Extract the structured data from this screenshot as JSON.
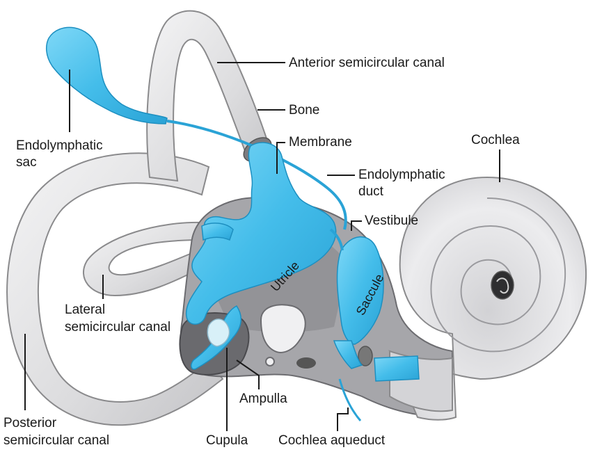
{
  "labels": {
    "anterior_canal": "Anterior semicircular canal",
    "bone": "Bone",
    "membrane": "Membrane",
    "endolymphatic_sac_line1": "Endolymphatic",
    "endolymphatic_sac_line2": "sac",
    "cochlea": "Cochlea",
    "endolymphatic_duct_line1": "Endolymphatic",
    "endolymphatic_duct_line2": "duct",
    "vestibule": "Vestibule",
    "utricle": "Utricle",
    "saccule": "Saccule",
    "lateral_canal_line1": "Lateral",
    "lateral_canal_line2": "semicircular canal",
    "ampulla": "Ampulla",
    "posterior_canal_line1": "Posterior",
    "posterior_canal_line2": "semicircular canal",
    "cupula": "Cupula",
    "cochlea_aqueduct": "Cochlea aqueduct"
  },
  "colors": {
    "bone": "#e3e3e5",
    "bone_edge": "#8a8a8c",
    "vestibule_cavity": "#9c9ca0",
    "membrane": "#4fc3ee",
    "membrane_edge": "#1d8fc0",
    "leader_line": "#1a1a1a"
  }
}
